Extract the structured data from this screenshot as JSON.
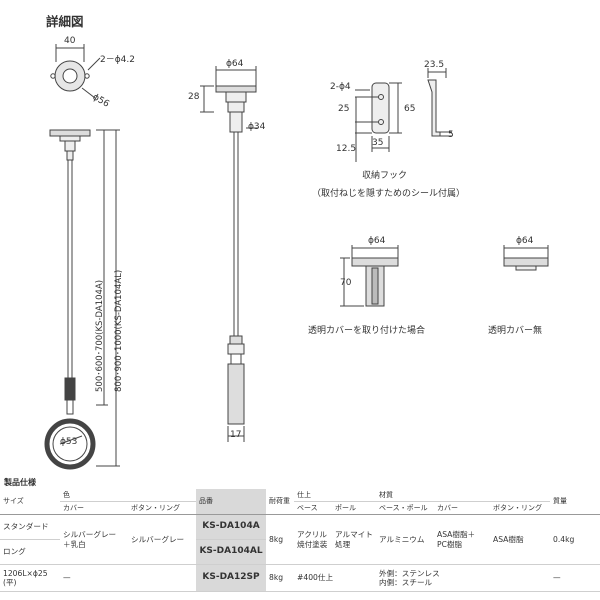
{
  "page_title": "詳細図",
  "dims": {
    "top_width": "40",
    "holes": "2－ϕ4.2",
    "top_dia": "ϕ56",
    "rod_dia": "ϕ53",
    "length_a": "500･600･700(KS-DA104A)",
    "length_al": "800･900･1000(KS-DA104AL)",
    "side_base": "ϕ64",
    "side_h": "28",
    "side_cap": "ϕ34",
    "side_bottom": "17",
    "hook_holes": "2-ϕ4",
    "hook_w": "23.5",
    "hook_25": "25",
    "hook_65": "65",
    "hook_125": "12.5",
    "hook_35": "35",
    "hook_5": "5",
    "cover_dia1": "ϕ64",
    "cover_h": "70",
    "cover_dia2": "ϕ64"
  },
  "captions": {
    "hook_title": "収納フック",
    "hook_note": "（取付ねじを隠すためのシール付属）",
    "with_cover": "透明カバーを取り付けた場合",
    "without_cover": "透明カバー無"
  },
  "spec": {
    "heading": "製品仕様",
    "headers": {
      "size": "サイズ",
      "color": "色",
      "cover": "カバー",
      "button_ring": "ボタン・リング",
      "part_no": "品番",
      "load": "耐荷重",
      "finish": "仕上",
      "base": "ベース",
      "pole": "ポール",
      "material": "材質",
      "base_pole": "ベース・ポール",
      "mat_cover": "カバー",
      "mat_button": "ボタン・リング",
      "weight": "質量"
    },
    "rows": {
      "standard": "スタンダード",
      "long": "ロング",
      "color_cover": "シルバーグレー\n＋乳白",
      "color_button": "シルバーグレー",
      "pn_a": "KS-DA104A",
      "pn_al": "KS-DA104AL",
      "load": "8kg",
      "finish_base": "アクリル\n焼付塗装",
      "finish_pole": "アルマイト\n処理",
      "mat_base_pole": "アルミニウム",
      "mat_cover": "ASA樹脂＋\nPC樹脂",
      "mat_button": "ASA樹脂",
      "weight": "0.4kg",
      "r3_size": "1206L×ϕ25\n(平)",
      "r3_color": "—",
      "pn_sp": "KS-DA12SP",
      "r3_load": "8kg",
      "r3_finish": "#400仕上",
      "r3_material": "外側：ステンレス\n内側：スチール",
      "r3_weight": "—"
    }
  }
}
